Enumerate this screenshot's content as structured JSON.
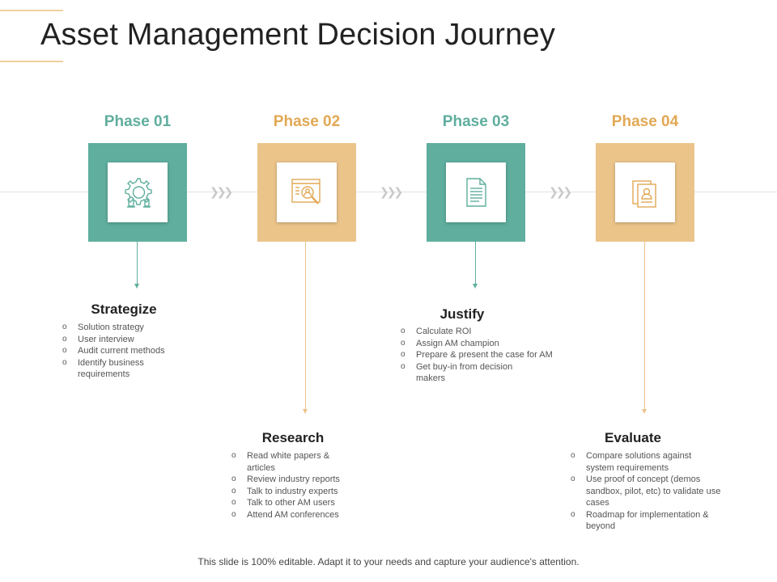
{
  "title": "Asset Management Decision Journey",
  "colors": {
    "teal": "#5fae9e",
    "gold": "#ebc48a",
    "teal_text": "#5fae9e",
    "gold_text": "#e2a854"
  },
  "phases": [
    {
      "label": "Phase 01",
      "icon": "gear-strategy-icon",
      "step": "Strategize",
      "items": [
        "Solution strategy",
        "User interview",
        "Audit current methods",
        "Identify business requirements"
      ]
    },
    {
      "label": "Phase 02",
      "icon": "web-search-icon",
      "step": "Research",
      "items": [
        "Read white papers & articles",
        "Review industry reports",
        "Talk to industry experts",
        "Talk to other AM users",
        "Attend AM conferences"
      ]
    },
    {
      "label": "Phase 03",
      "icon": "document-icon",
      "step": "Justify",
      "items": [
        "Calculate ROI",
        "Assign AM champion",
        "Prepare & present the case for AM",
        "Get buy-in from decision makers"
      ]
    },
    {
      "label": "Phase 04",
      "icon": "profile-documents-icon",
      "step": "Evaluate",
      "items": [
        "Compare solutions against system requirements",
        "Use proof of concept (demos sandbox, pilot, etc) to validate use cases",
        "Roadmap for implementation & beyond"
      ]
    }
  ],
  "footer": "This slide is 100% editable. Adapt it to your needs and capture your audience's attention."
}
